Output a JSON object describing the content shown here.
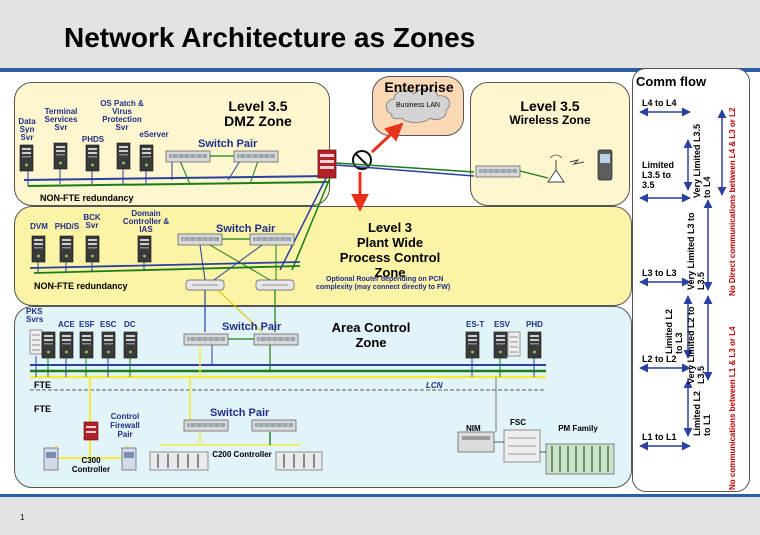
{
  "slide": {
    "title": "Network Architecture as Zones",
    "page_number": "1"
  },
  "colors": {
    "dmz": "#fdf6cf",
    "process": "#fbf3a6",
    "area": "#e2f4f8",
    "enterprise": "#fbd9b6",
    "cloud": "#d4d4d4",
    "banner": "#e3e3e3",
    "rule": "#2c5fa8",
    "red": "#c00000",
    "green": "#1a7d1a",
    "blue": "#2a3fa0",
    "yellow": "#f3ea3d",
    "orange": "#f07a1b"
  },
  "enterprise": {
    "label": "Enterprise",
    "cloud_label": "Business LAN"
  },
  "dmz": {
    "level": "Level 3.5",
    "zone": "DMZ Zone",
    "servers": [
      "Data Syn Svr",
      "Terminal Services Svr",
      "PHDS",
      "OS Patch & Virus Protection Svr",
      "eServer"
    ],
    "switch_pair": "Switch Pair",
    "redundancy": "NON-FTE redundancy"
  },
  "wireless": {
    "level": "Level 3.5",
    "zone": "Wireless Zone"
  },
  "process": {
    "level": "Level 3",
    "zone_line1": "Plant Wide",
    "zone_line2": "Process Control",
    "zone_line3": "Zone",
    "servers": [
      "DVM",
      "PHD/S",
      "BCK Svr",
      "Domain Controller & IAS"
    ],
    "switch_pair": "Switch Pair",
    "router_note_line1": "Optional Router depending on PCN",
    "router_note_line2": "complexity (may connect directly to FW)",
    "redundancy": "NON-FTE redundancy"
  },
  "area": {
    "zone_line1": "Area Control",
    "zone_line2": "Zone",
    "servers_left": [
      "PKS Svrs",
      "ACE",
      "ESF",
      "ESC",
      "DC"
    ],
    "servers_right": [
      "ES-T",
      "ESV",
      "PHD"
    ],
    "switch_pair_top": "Switch Pair",
    "switch_pair_bottom": "Switch Pair",
    "fte_1": "FTE",
    "fte_2": "FTE",
    "firewall": "Control Firewall Pair",
    "c300": "C300 Controller",
    "c200": "C200 Controller",
    "lcn": "LCN",
    "nim": "NIM",
    "fsc": "FSC",
    "pm": "PM Family"
  },
  "comm_flow": {
    "title": "Comm flow",
    "l4": "L4 to L4",
    "limited_l35": "Limited L3.5 to 3.5",
    "very_limited_l35_l4": "Very Limited L3.5 to L4",
    "very_limited_l3_l35": "Very Limited L3 to L3.5",
    "no_direct_l4_l3": "No Direct communications between L4 & L3 or L2",
    "l3": "L3 to L3",
    "limited_l2_l3": "Limited L2 to L3",
    "very_limited_l2_l35": "Very Limited L2 to L3.5",
    "l2": "L2 to L2",
    "limited_l2_l1": "Limited L2 to L1",
    "l1": "L1 to L1",
    "no_comm_l1_l3": "No communications between L1 & L3 or L4"
  }
}
